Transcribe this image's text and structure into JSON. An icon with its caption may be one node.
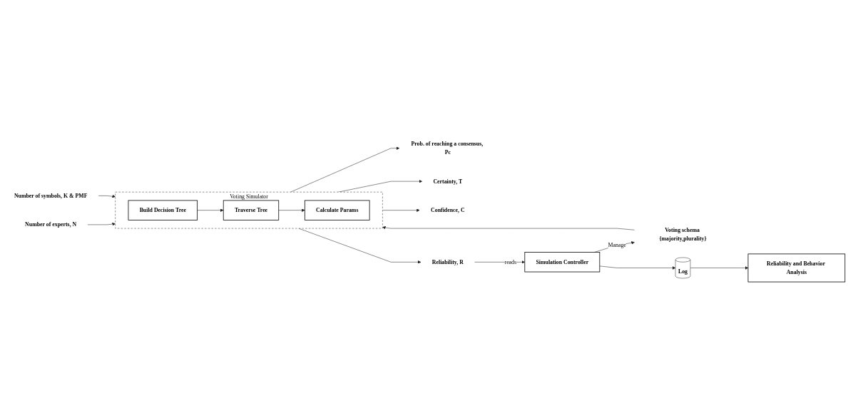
{
  "diagram": {
    "nodes": [
      {
        "text": [
          "Number of experts, N"
        ]
      },
      {
        "text": [
          "Number of symbols, K & PMF"
        ]
      },
      {
        "text": [
          "Voting schema {majority,plurality}"
        ]
      },
      {
        "text": [
          "Voting Simulator"
        ]
      },
      {
        "text": [
          "Build Decision Tree"
        ],
        "in": 3
      },
      {
        "text": [
          "Traverse Tree"
        ],
        "in": 3
      },
      {
        "text": [
          "Calculate Params"
        ],
        "in": 3
      },
      {
        "text": [
          "Prob. of reaching a consensus, Pc"
        ]
      },
      {
        "text": [
          "Certainty, T"
        ]
      },
      {
        "text": [
          "Confidence, C"
        ]
      },
      {
        "text": [
          "Reliability, R"
        ]
      },
      {
        "text": [
          "Simulation Controller"
        ]
      },
      {
        "text": [
          "Log"
        ]
      },
      {
        "text": [
          "Reliability and Behavior Analysis"
        ]
      }
    ],
    "edges": [
      {
        "from": 0,
        "to": 3,
        "arrow": "to"
      },
      {
        "from": 1,
        "to": 3,
        "arrow": "to"
      },
      {
        "from": 2,
        "to": 3,
        "arrow": "to"
      },
      {
        "from": 4,
        "to": 5,
        "arrow": "to"
      },
      {
        "from": 5,
        "to": 6,
        "arrow": "to"
      },
      {
        "from": 3,
        "to": 7,
        "arrow": "to"
      },
      {
        "from": 3,
        "to": 8,
        "arrow": "to"
      },
      {
        "from": 3,
        "to": 9,
        "arrow": "to"
      },
      {
        "from": 3,
        "to": 10,
        "arrow": "to"
      },
      {
        "from": 10,
        "to": 11,
        "arrow": "to",
        "label": "reads"
      },
      {
        "from": 11,
        "to": 2,
        "arrow": "to",
        "label": "Manage"
      },
      {
        "from": 11,
        "to": 12,
        "arrow": "to"
      },
      {
        "from": 12,
        "to": 13,
        "arrow": "to"
      }
    ]
  }
}
